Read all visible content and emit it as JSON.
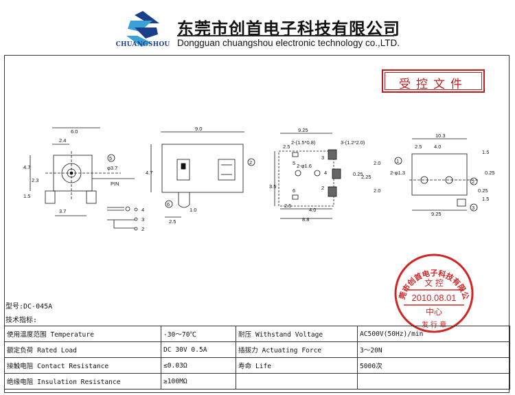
{
  "header": {
    "logo_text": "CHUANGSHOU",
    "company_cn": "东莞市创首电子科技有限公司",
    "company_en": "Dongguan chuangshou electronic technology co.,LTD.",
    "logo_colors": {
      "blue": "#1a3f8a",
      "cyan": "#3aa0d8"
    }
  },
  "document_stamp": {
    "text": "受控文件",
    "color": "#c41a1a"
  },
  "round_stamp": {
    "top_arc": "东莞市创首电子科技有限公司",
    "line1": "文 控",
    "date": "2010.08.01",
    "line3": "中心",
    "bottom": "发 行 章",
    "color": "#d22424"
  },
  "drawing": {
    "view1": {
      "top_dim": "6.0",
      "sub_dim": "2.4",
      "left_dim1": "4.7",
      "left_dim2": "2.3",
      "left_dim3": "1.5",
      "bottom_dim": "3.7",
      "callout": "5",
      "hole": "φ3.7",
      "pin": "PIN",
      "pin_labels": [
        "4",
        "3",
        "2"
      ]
    },
    "view2": {
      "top_dim": "9.0",
      "height_dim": "4.7",
      "callout_right": "2",
      "callout_left": "6",
      "dim_a": "1.0",
      "dim_b": "2.5"
    },
    "view3": {
      "top_dim": "9.25",
      "d1": "2.5",
      "d2": "2-(1.5*0.8)",
      "d3": "3-(1.2*2.0)",
      "hole": "2-φ1.6",
      "left": "3.5",
      "mid_dims": [
        "2.0",
        "2.25",
        "2.0",
        "0.25"
      ],
      "bottom_a": "2.5",
      "bottom_b": "4.0",
      "bottom_total": "8.8",
      "pads": [
        "5",
        "3",
        "2",
        "6",
        "4"
      ]
    },
    "view4": {
      "top_dim": "10.3",
      "d1": "2.5",
      "d2": "4.0",
      "hole": "2-φ1.3",
      "right_a": "1.5",
      "right_b": "0.25",
      "right_c": "0.25",
      "right_d": "1.5",
      "bottom": "9.25",
      "callouts": [
        "1",
        "2",
        "3"
      ]
    }
  },
  "model_line": "型号:DC-045A",
  "spec_title": "技术指标:",
  "specs": [
    [
      "使用温度范围 Temperature",
      "-30～70℃",
      "耐压 Withstand Voltage",
      "AC500V(50Hz)/min"
    ],
    [
      "额定负荷 Rated Load",
      "DC 30V 0.5A",
      "插拔力 Actuating Force",
      "3～20N"
    ],
    [
      "接触电阻 Contact Resistance",
      "≤0.03Ω",
      "寿命 Life",
      "5000次"
    ],
    [
      "绝缘电阻 Insulation Resistance",
      "≥100MΩ",
      "",
      ""
    ]
  ]
}
